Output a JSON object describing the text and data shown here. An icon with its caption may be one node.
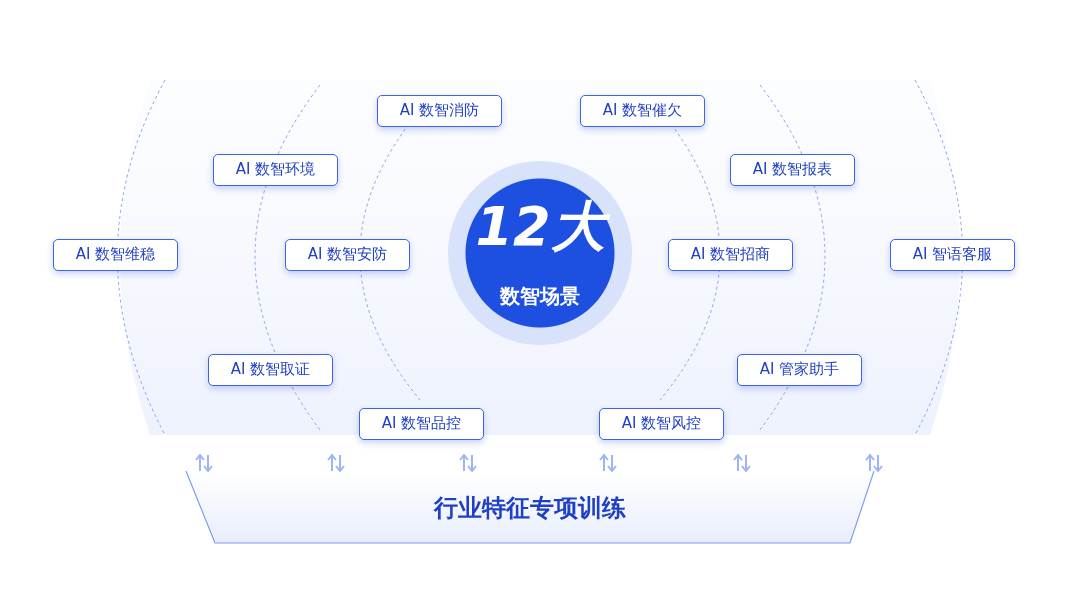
{
  "diagram": {
    "nodes": [
      {
        "text": [
          "AI 数智消防"
        ]
      },
      {
        "text": [
          "AI 数智催欠"
        ]
      },
      {
        "text": [
          "AI 数智环境"
        ]
      },
      {
        "text": [
          "AI 数智报表"
        ]
      },
      {
        "text": [
          "AI 数智维稳"
        ]
      },
      {
        "text": [
          "AI 数智安防"
        ]
      },
      {
        "text": [
          "12大",
          "数智场景"
        ]
      },
      {
        "text": [
          "AI 数智招商"
        ]
      },
      {
        "text": [
          "AI 智语客服"
        ]
      },
      {
        "text": [
          "AI 数智取证"
        ]
      },
      {
        "text": [
          "AI 管家助手"
        ]
      },
      {
        "text": [
          "AI 数智品控"
        ]
      },
      {
        "text": [
          "AI 数智风控"
        ]
      },
      {
        "text": [
          "行业特征专项训练"
        ]
      }
    ],
    "edges": []
  }
}
